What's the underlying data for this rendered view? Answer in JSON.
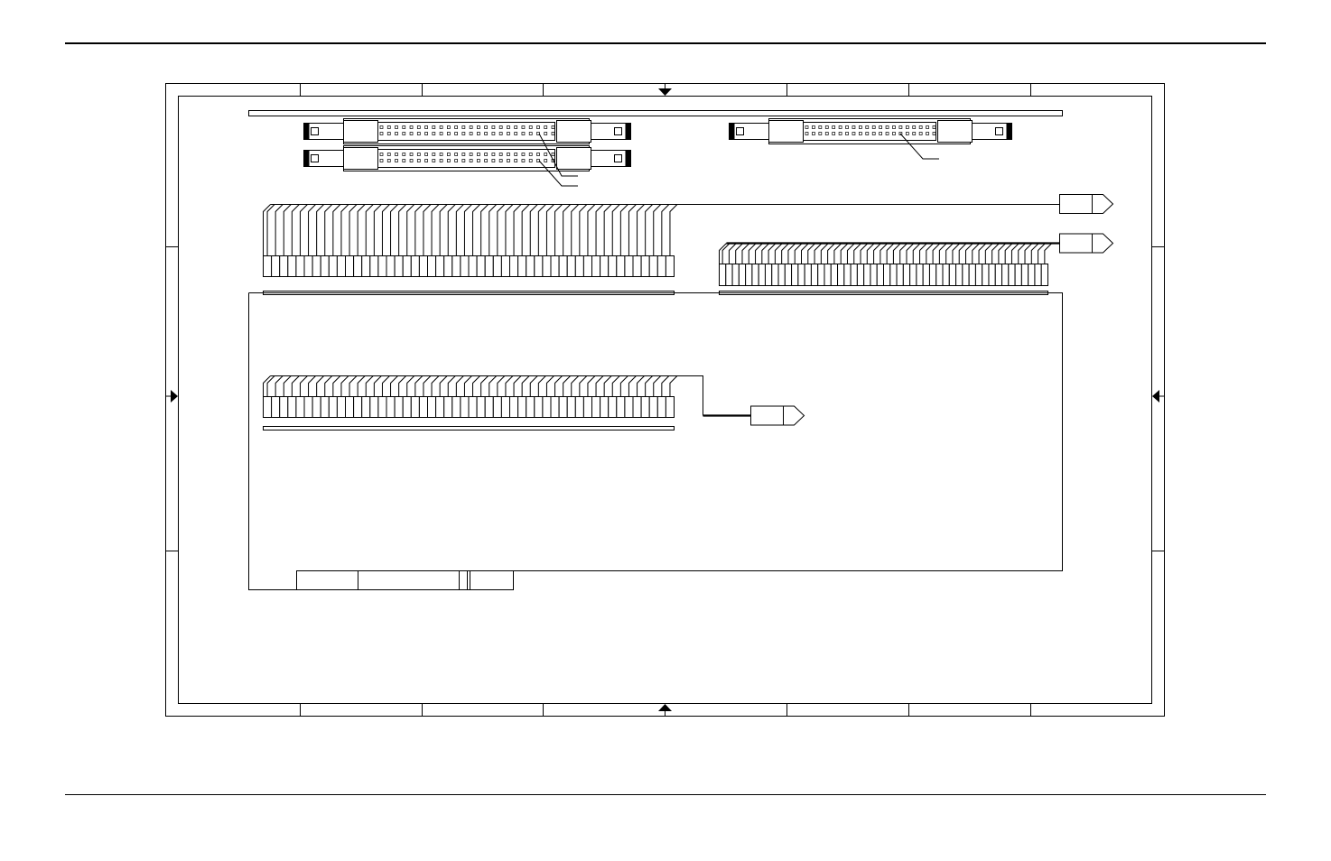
{
  "page": {
    "background": "#ffffff",
    "line_color": "#000000"
  },
  "drawing": {
    "frame_zone_columns": 8,
    "frame_zone_rows": 3,
    "ribbon_connectors": [
      {
        "id": "dual-top-row",
        "pin_rows": 2,
        "pins_per_row": 24
      },
      {
        "id": "dual-bottom-row",
        "pin_rows": 2,
        "pins_per_row": 24
      },
      {
        "id": "single-right",
        "pin_rows": 2,
        "pins_per_row": 20
      }
    ],
    "fan_cables": [
      {
        "id": "upper-left-cable",
        "wires": 50
      },
      {
        "id": "upper-right-cable",
        "wires": 50
      },
      {
        "id": "lower-left-cable",
        "wires": 50
      }
    ],
    "plug_ends": 3
  }
}
